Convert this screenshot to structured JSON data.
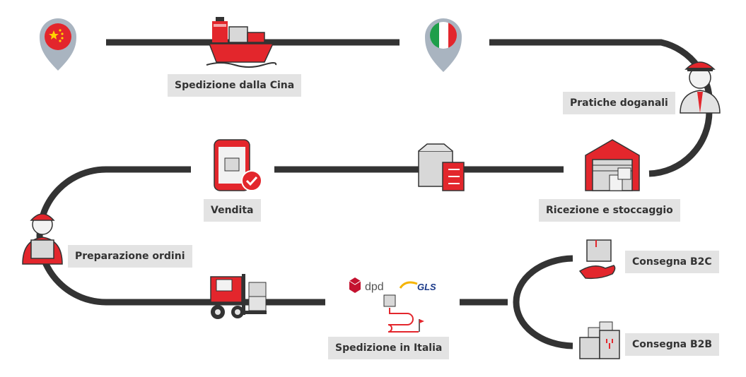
{
  "steps": {
    "spedizione_cina": "Spedizione dalla Cina",
    "pratiche_doganali": "Pratiche doganali",
    "ricezione": "Ricezione e stoccaggio",
    "vendita": "Vendita",
    "preparazione": "Preparazione ordini",
    "spedizione_italia": "Spedizione in Italia",
    "consegna_b2c": "Consegna B2C",
    "consegna_b2b": "Consegna B2B"
  },
  "carriers": {
    "dpd": "dpd",
    "gls": "GLS"
  },
  "icons": [
    "china-flag-pin-icon",
    "cargo-ship-icon",
    "italy-flag-pin-icon",
    "customs-officer-icon",
    "warehouse-icon",
    "box-checklist-icon",
    "smartphone-order-icon",
    "warehouse-worker-icon",
    "forklift-icon",
    "dpd-logo-icon",
    "gls-logo-icon",
    "delivery-route-icon",
    "hand-box-icon",
    "stacked-boxes-icon"
  ],
  "colors": {
    "accent": "#e3262c",
    "line": "#333333",
    "label_bg": "#e3e3e3",
    "pin": "#a9b4c0"
  }
}
